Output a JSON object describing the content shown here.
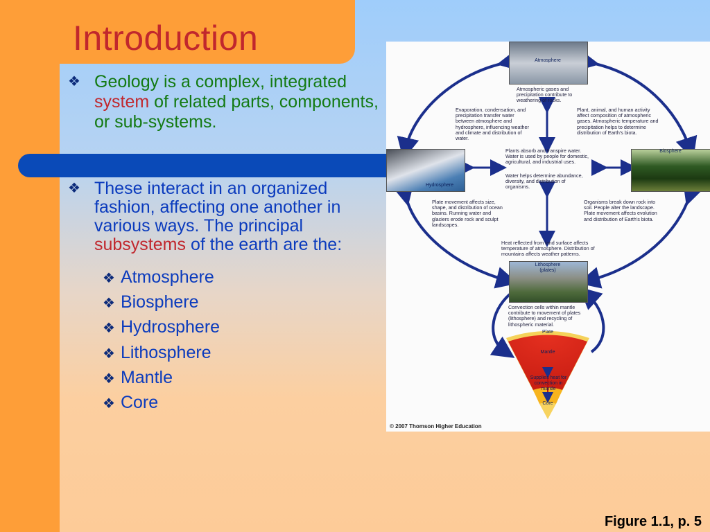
{
  "slide": {
    "title": "Introduction",
    "bullet1": {
      "before": "Geology is a complex, integrated",
      "highlight": "system",
      "after": "of related parts, components, or sub-systems."
    },
    "bullet2": {
      "before": "These interact in an organized fashion, affecting one another in various ways. The principal",
      "highlight": "subsystems",
      "after": "of the earth are the:"
    },
    "subsystems": [
      "Atmosphere",
      "Biosphere",
      "Hydrosphere",
      "Lithosphere",
      "Mantle",
      "Core"
    ],
    "bullet_icon": "diamond-bullet-icon",
    "figure_ref": "Figure 1.1,  p. 5",
    "colors": {
      "title": "#c1272d",
      "accent_orange": "#fe9e38",
      "bar_blue": "#0a4ab8",
      "text_blue": "#0b3bbd",
      "text_green": "#137a12"
    }
  },
  "figure": {
    "labels": {
      "atmosphere": "Atmosphere",
      "biosphere": "Biosphere",
      "hydrosphere": "Hydrosphere",
      "lithosphere": "Lithosphere (plates)",
      "plate": "Plate",
      "mantle": "Mantle",
      "core": "Core",
      "supplies_heat": "Supplies heat for convection in mantle"
    },
    "captions": {
      "atm_litho_top": "Atmospheric gases and precipitation contribute to weathering of rocks.",
      "hydro_atm": "Evaporation, condensation, and precipitation transfer water between atmosphere and hydrosphere, influencing weather and climate and distribution of water.",
      "bio_atm": "Plant, animal, and human activity affect composition of atmospheric gases. Atmospheric temperature and precipitation helps to determine distribution of Earth's biota.",
      "hydro_bio_1": "Plants absorb and transpire water. Water is used by people for domestic, agricultural, and industrial uses.",
      "hydro_bio_2": "Water helps determine abundance, diversity, and distribution of organisms.",
      "litho_hydro": "Plate movement affects size, shape, and distribution of ocean basins. Running water and glaciers erode rock and sculpt landscapes.",
      "bio_litho": "Organisms break down rock into soil. People alter the landscape. Plate movement affects evolution and distribution of Earth's biota.",
      "litho_atm": "Heat reflected from land surface affects temperature of atmosphere. Distribution of mountains affects weather patterns.",
      "convection": "Convection cells within mantle contribute to movement of plates (lithosphere) and recycling of lithospheric material."
    },
    "copyright": "© 2007 Thomson Higher Education"
  }
}
